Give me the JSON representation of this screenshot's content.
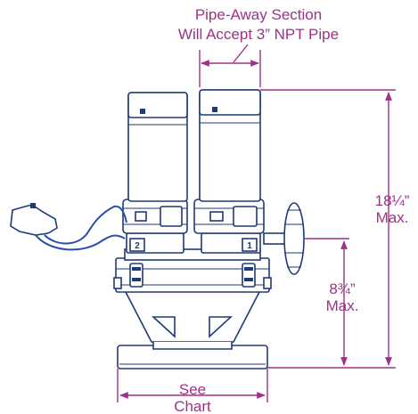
{
  "labels": {
    "pipe_away_line1": "Pipe-Away Section",
    "pipe_away_line2": "Will Accept 3” NPT Pipe",
    "height_total": "18¼”",
    "height_total_max": "Max.",
    "height_mid": "8¾”",
    "height_mid_max": "Max.",
    "width_see": "See",
    "width_chart": "Chart",
    "port_left": "2",
    "port_right": "1"
  },
  "colors": {
    "annotation": "#a0308a",
    "drawing": "#1e3a78"
  }
}
